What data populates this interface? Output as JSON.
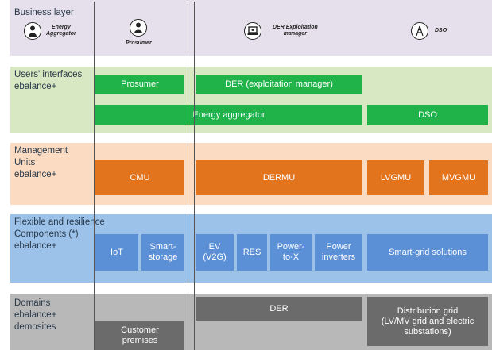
{
  "colors": {
    "business_band": "#e6e0ec",
    "users_band": "#d7e8c2",
    "management_band": "#fbdcc2",
    "flexible_band": "#9cc2ea",
    "domains_band": "#b8b8b8",
    "green": "#1fb34a",
    "orange": "#e3741e",
    "blue": "#5b8fd6",
    "gray": "#6b6b6b"
  },
  "rows": {
    "business": "Business layer",
    "users": "Users' interfaces\nebalance+",
    "management": "Management\nUnits\nebalance+",
    "flexible": "Flexible and resilience\nComponents (*)\nebalance+",
    "domains": "Domains\nebalance+\ndemosites"
  },
  "actors": {
    "energy_aggregator": "Energy\nAggregator",
    "prosumer": "Prosumer",
    "der_manager": "DER Exploitation\nmanager",
    "dso": "DSO"
  },
  "icons": {
    "energy_aggregator": "person-icon",
    "prosumer": "person-icon",
    "der_manager": "laptop-person-icon",
    "dso": "tower-person-icon"
  },
  "users_boxes": {
    "prosumer": "Prosumer",
    "der": "DER (exploitation manager)",
    "energy_aggregator": "Energy aggregator",
    "dso": "DSO"
  },
  "management_boxes": {
    "cmu": "CMU",
    "dermu": "DERMU",
    "lvgmu": "LVGMU",
    "mvgmu": "MVGMU"
  },
  "flexible_boxes": {
    "iot": "IoT",
    "smart_storage": "Smart-\nstorage",
    "ev": "EV\n(V2G)",
    "res": "RES",
    "power_to_x": "Power-\nto-X",
    "power_inverters": "Power\ninverters",
    "smart_grid": "Smart-grid solutions"
  },
  "domain_boxes": {
    "der": "DER",
    "distribution": "Distribution grid\n(LV/MV grid and electric\nsubstations)",
    "customer": "Customer\npremises"
  }
}
